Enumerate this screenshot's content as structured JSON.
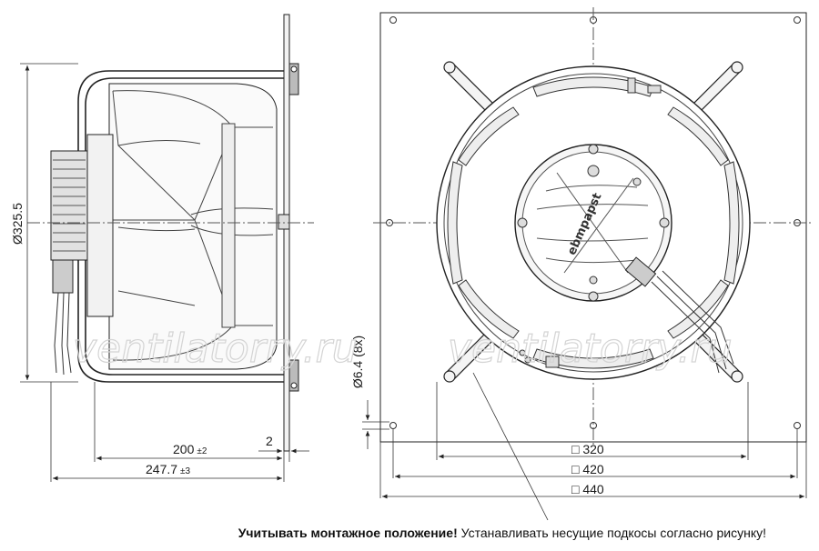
{
  "dimensions": {
    "diameter": "Ø325.5",
    "depth_motor": "200",
    "depth_motor_tol": "±2",
    "gap": "2",
    "depth_total": "247.7",
    "depth_total_tol": "±3",
    "hole": "Ø6.4 (8x)",
    "hole_spacing": "□ 320",
    "plate_inner": "□ 420",
    "plate_outer": "□ 440"
  },
  "brand_label": "ebmpapst",
  "watermark": "ventilatorry.ru",
  "footer_note": {
    "bold": "Учитывать монтажное положение!",
    "rest": "Устанавливать несущие подкосы согласно рисунку!"
  }
}
